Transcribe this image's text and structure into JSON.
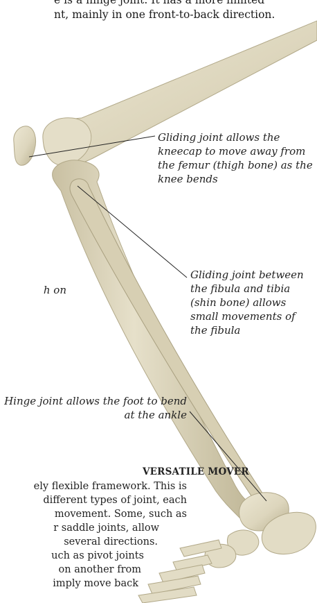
{
  "intro_lines": [
    "e is a hinge joint. It has a more limited",
    "nt, mainly in one front-to-back direction."
  ],
  "labels": {
    "kneecap": "Gliding joint allows the kneecap to move away from the femur (thigh bone) as the knee bends",
    "fibula": "Gliding joint between the fibula and tibia (shin bone) allows small movements of the fibula",
    "fragment": "h on",
    "ankle": "Hinge joint allows the foot to bend at the ankle"
  },
  "box": {
    "heading": "VERSATILE MOVER",
    "lines": [
      "ely flexible framework. This is",
      "different types of joint, each",
      "movement. Some, such as",
      "r saddle joints, allow",
      "several directions.",
      "uch as pivot joints",
      "on another from",
      "imply move back"
    ]
  },
  "colors": {
    "bone": "#ddd6bd",
    "bone_shadow": "#b7ae8f",
    "leader_line": "#222222"
  }
}
